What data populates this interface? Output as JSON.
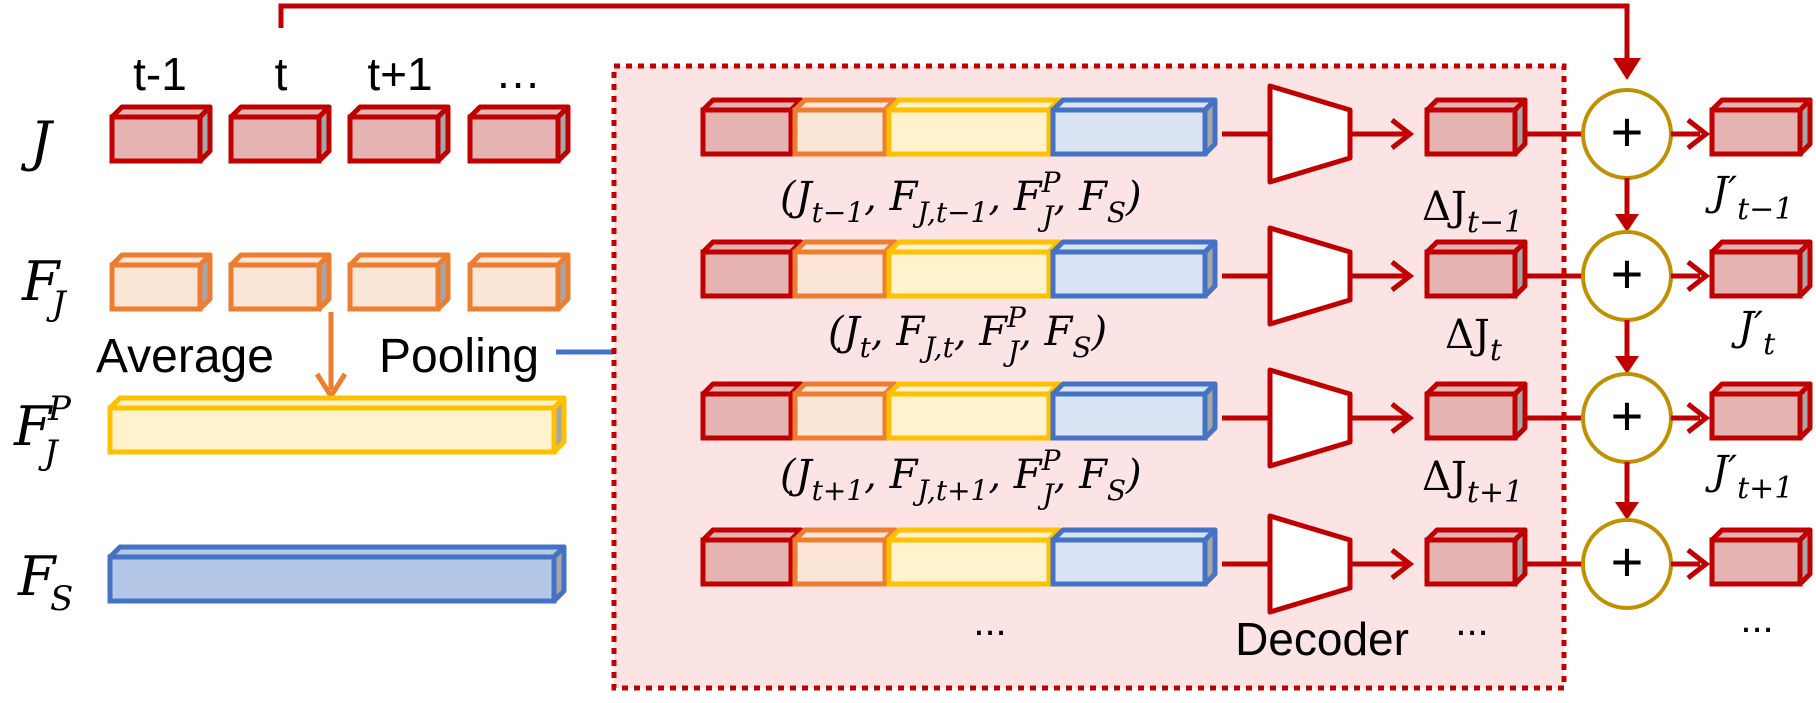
{
  "time_labels": [
    "t-1",
    "t",
    "t+1",
    "…"
  ],
  "rows": {
    "J": "J",
    "FJ": "F",
    "FJ_sub": "J",
    "FJP": "F",
    "FJP_sup": "P",
    "FJP_sub": "J",
    "FS": "F",
    "FS_sub": "S"
  },
  "pooling": {
    "word1": "Average",
    "word2": "Pooling"
  },
  "tuples": [
    {
      "open": "(J",
      "sub1": "t−1",
      "mid": ", F",
      "sub2": "J,t−1",
      "mid2": ", F",
      "sup3": "P",
      "sub3": "J",
      "end": ", F",
      "sub4": "S",
      "close": ")"
    },
    {
      "open": "(J",
      "sub1": "t",
      "mid": ", F",
      "sub2": "J,t",
      "mid2": ", F",
      "sup3": "P",
      "sub3": "J",
      "end": ", F",
      "sub4": "S",
      "close": ")"
    },
    {
      "open": "(J",
      "sub1": "t+1",
      "mid": ", F",
      "sub2": "J,t+1",
      "mid2": ", F",
      "sup3": "P",
      "sub3": "J",
      "end": ", F",
      "sub4": "S",
      "close": ")"
    }
  ],
  "deltas": [
    {
      "prefix": "ΔJ",
      "sub": "t−1"
    },
    {
      "prefix": "ΔJ",
      "sub": "t"
    },
    {
      "prefix": "ΔJ",
      "sub": "t+1"
    }
  ],
  "outputs": [
    {
      "base": "J′",
      "sub": "t−1"
    },
    {
      "base": "J′",
      "sub": "t"
    },
    {
      "base": "J′",
      "sub": "t+1"
    }
  ],
  "plus_symbol": "+",
  "ellipsis": "...",
  "decoder_label": "Decoder",
  "colors": {
    "red_stroke": "#c00000",
    "red_fill": "#e6b3b3",
    "orange_stroke": "#ed7d31",
    "orange_fill": "#fbe5d6",
    "yellow_stroke": "#ffc000",
    "yellow_fill": "#fff2cc",
    "blue_stroke": "#4472c4",
    "blue_fill": "#b4c7e7",
    "blue_fill_light": "#dae3f3",
    "panel_fill": "#fde4e4",
    "circle_stroke": "#bf9000"
  }
}
